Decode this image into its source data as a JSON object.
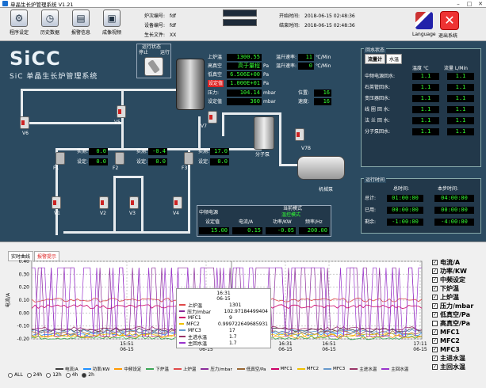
{
  "window": {
    "title": "单晶生长炉管理系统 V1.21",
    "min": "–",
    "max": "□",
    "close": "✕"
  },
  "toolbar": {
    "buttons": [
      {
        "label": "程序设定",
        "icon": "gear-icon",
        "glyph": "⚙"
      },
      {
        "label": "历史数据",
        "icon": "clock-icon",
        "glyph": "◷"
      },
      {
        "label": "报警信息",
        "icon": "alarm-icon",
        "glyph": "▤"
      },
      {
        "label": "成像视频",
        "icon": "camera-icon",
        "glyph": "▣"
      }
    ],
    "info": [
      {
        "key": "炉次编号:",
        "value": "fdf"
      },
      {
        "key": "设备编号:",
        "value": "fdf"
      },
      {
        "key": "生长文件:",
        "value": "XX"
      }
    ],
    "times": [
      {
        "key": "开始时间:",
        "value": "2018-06-15 02:48:36"
      },
      {
        "key": "结束时间:",
        "value": "2018-06-15 02:48:36"
      }
    ],
    "language": "Language",
    "exit": "退出系统"
  },
  "logo": {
    "big": "SiCC",
    "sub": "SiC 单晶生长炉管理系统"
  },
  "run_state": {
    "title": "运行状态",
    "stop": "停止",
    "run": "运行"
  },
  "furnace": {
    "upper_temp": {
      "label": "上炉温",
      "value": "1300.55"
    },
    "vacuum_high": {
      "label": "高真空",
      "value": "高于量程"
    },
    "vacuum_low": {
      "label": "低真空",
      "value": "6.506E+00"
    },
    "vacuum_set": {
      "label": "设定值",
      "value": "1.000E+01"
    },
    "pressure": {
      "label": "压力:",
      "value": "104.14"
    },
    "pressure_set": {
      "label": "设定值",
      "value": "360"
    },
    "rate1": {
      "label": "温升速率:",
      "value": "11"
    },
    "rate2": {
      "label": "温升速率:",
      "value": "0"
    },
    "position": {
      "label": "位置:",
      "value": "16"
    },
    "speed": {
      "label": "速度:",
      "value": "16"
    },
    "unit_c_min": "℃/Min",
    "unit_pa": "Pa",
    "unit_mbar": "mbar"
  },
  "flows": [
    {
      "id": "F1",
      "actual_label": "实测:",
      "actual": "0.0",
      "set_label": "设定:",
      "set": "0.0"
    },
    {
      "id": "F2",
      "actual_label": "实测:",
      "actual": "-0.4",
      "set_label": "设定:",
      "set": "0.0"
    },
    {
      "id": "F3",
      "actual_label": "实测:",
      "actual": "17.0",
      "set_label": "设定:",
      "set": "0.0"
    }
  ],
  "valves": [
    "V1",
    "V2",
    "V3",
    "V4",
    "V5",
    "V6",
    "V7",
    "V7B"
  ],
  "pumps": {
    "molecular": "分子泵",
    "mechanical": "机械泵"
  },
  "mf": {
    "title": "中频电源",
    "mode_label": "当前模式",
    "mode_value": "温控模式",
    "headers": [
      "设定值",
      "电流/A",
      "功率/KW",
      "频率/Hz"
    ],
    "values": [
      "15.00",
      "0.15",
      "-0.05",
      "200.00"
    ]
  },
  "water": {
    "title": "回水状态",
    "tabs": [
      "流量计",
      "水温"
    ],
    "col_temp": "温度 ℃",
    "col_flow": "流量 L/Min",
    "rows": [
      {
        "name": "中频电源回水:",
        "temp": "1.1",
        "flow": "1.1"
      },
      {
        "name": "石英管回水:",
        "temp": "1.1",
        "flow": "1.1"
      },
      {
        "name": "变压器回水:",
        "temp": "1.1",
        "flow": "1.1"
      },
      {
        "name": "线 圈 回 水:",
        "temp": "1.1",
        "flow": "1.1"
      },
      {
        "name": "法 兰 回 水:",
        "temp": "1.1",
        "flow": "1.1"
      },
      {
        "name": "分子泵回水:",
        "temp": "1.1",
        "flow": "1.1"
      }
    ]
  },
  "runtime": {
    "title": "运行时间",
    "col_total": "总时间:",
    "col_step": "本步时间:",
    "rows": [
      {
        "name": "总计:",
        "total": "01:00:00",
        "step": "04:00:00"
      },
      {
        "name": "已用:",
        "total": "00:00:00",
        "step": "00:00:00"
      },
      {
        "name": "剩余:",
        "total": "-1:00:00",
        "step": "-4:00:00"
      }
    ]
  },
  "chart_tabs": [
    "实时曲线",
    "报警提示"
  ],
  "chart_data": {
    "type": "line",
    "ylabel": "电流/A",
    "ylim": [
      -0.2,
      0.4
    ],
    "yticks": [
      "0.40",
      "0.30",
      "0.20",
      "0.10",
      "0.00",
      "-0.10",
      "-0.20"
    ],
    "xticks": [
      {
        "time": "15:51",
        "date": "06-15"
      },
      {
        "time": "16:11",
        "date": "06-15"
      },
      {
        "time": "16:31",
        "date": "06-15"
      },
      {
        "time": "16:51",
        "date": "06-15"
      },
      {
        "time": "17:11",
        "date": "06-15"
      }
    ],
    "series": [
      {
        "name": "电流/A",
        "color": "#3c3c3c"
      },
      {
        "name": "功率/KW",
        "color": "#1e90ff"
      },
      {
        "name": "中频设定",
        "color": "#ff9900"
      },
      {
        "name": "下炉温",
        "color": "#3aa655"
      },
      {
        "name": "上炉温",
        "color": "#e04848"
      },
      {
        "name": "压力/mbar",
        "color": "#8a2a9a"
      },
      {
        "name": "低真空/Pa",
        "color": "#996633"
      },
      {
        "name": "MFC1",
        "color": "#cc0066"
      },
      {
        "name": "MFC2",
        "color": "#f0c000"
      },
      {
        "name": "MFC3",
        "color": "#6699cc"
      },
      {
        "name": "主进水温",
        "color": "#993366"
      },
      {
        "name": "主回水温",
        "color": "#9933cc"
      }
    ]
  },
  "right_legend": [
    {
      "name": "电流/A",
      "checked": true
    },
    {
      "name": "功率/KW",
      "checked": true
    },
    {
      "name": "中频设定",
      "checked": true
    },
    {
      "name": "下炉温",
      "checked": true
    },
    {
      "name": "上炉温",
      "checked": true
    },
    {
      "name": "压力/mbar",
      "checked": true
    },
    {
      "name": "低真空/Pa",
      "checked": true
    },
    {
      "name": "高真空/Pa",
      "checked": false
    },
    {
      "name": "MFC1",
      "checked": true
    },
    {
      "name": "MFC2",
      "checked": true
    },
    {
      "name": "MFC3",
      "checked": true
    },
    {
      "name": "主进水温",
      "checked": true
    },
    {
      "name": "主回水温",
      "checked": true
    }
  ],
  "tooltip": {
    "time": "16:31",
    "date": "06-15",
    "rows": [
      {
        "name": "上炉温",
        "value": "1301",
        "color": "#e04848"
      },
      {
        "name": "压力/mbar",
        "value": "102.97184499404",
        "color": "#8a2a9a"
      },
      {
        "name": "MFC1",
        "value": "9",
        "color": "#cc0066"
      },
      {
        "name": "MFC2",
        "value": "0.999722649685931",
        "color": "#f0c000"
      },
      {
        "name": "MFC3",
        "value": "17",
        "color": "#6699cc"
      },
      {
        "name": "主进水温",
        "value": "1.7",
        "color": "#993366"
      },
      {
        "name": "主回水温",
        "value": "1.7",
        "color": "#9933cc"
      }
    ]
  },
  "range_options": [
    {
      "label": "ALL",
      "on": false
    },
    {
      "label": "24h",
      "on": false
    },
    {
      "label": "12h",
      "on": false
    },
    {
      "label": "4h",
      "on": false
    },
    {
      "label": "2h",
      "on": true
    }
  ]
}
